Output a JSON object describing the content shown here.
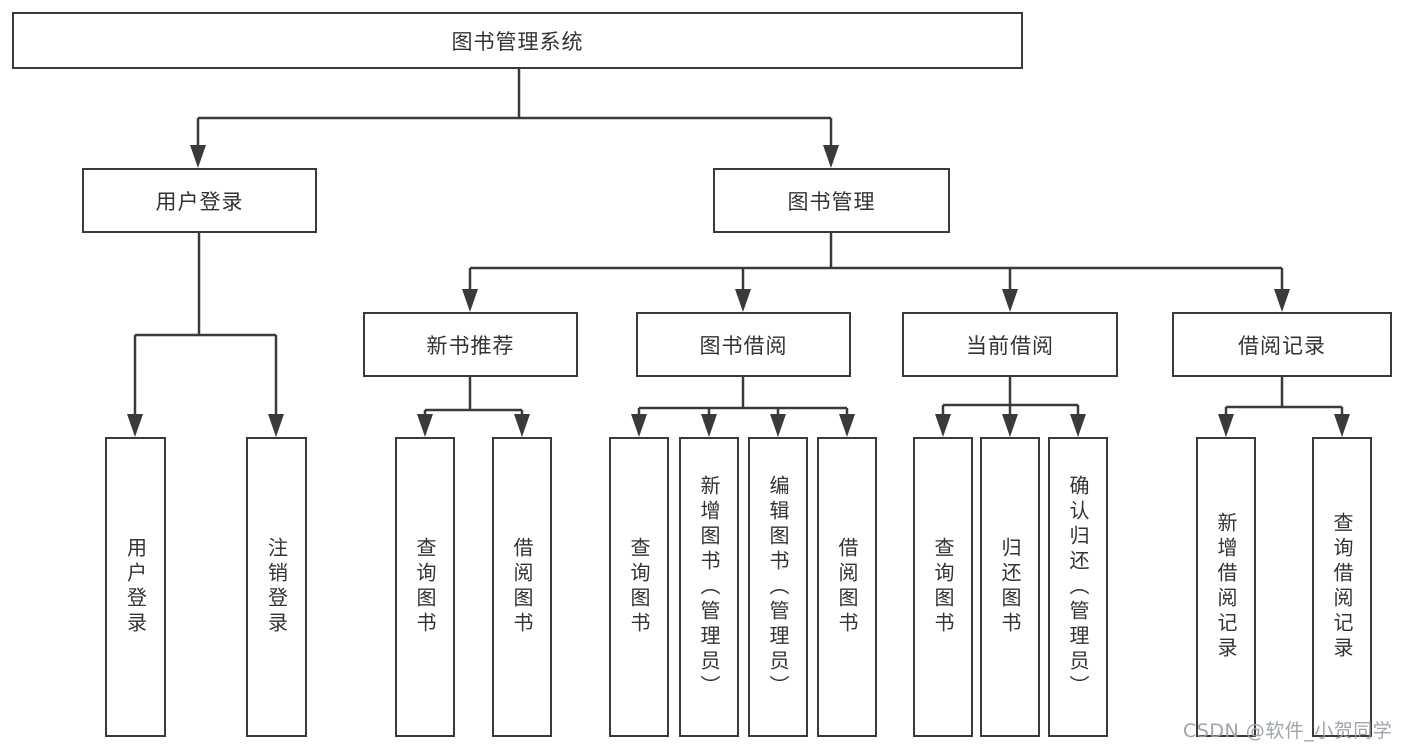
{
  "diagram": {
    "title": "图书管理系统",
    "tree": {
      "label": "图书管理系统",
      "children": [
        {
          "label": "用户登录",
          "children": [
            {
              "label": "用户登录"
            },
            {
              "label": "注销登录"
            }
          ]
        },
        {
          "label": "图书管理",
          "children": [
            {
              "label": "新书推荐",
              "children": [
                {
                  "label": "查询图书"
                },
                {
                  "label": "借阅图书"
                }
              ]
            },
            {
              "label": "图书借阅",
              "children": [
                {
                  "label": "查询图书"
                },
                {
                  "label": "新增图书（管理员）"
                },
                {
                  "label": "编辑图书（管理员）"
                },
                {
                  "label": "借阅图书"
                }
              ]
            },
            {
              "label": "当前借阅",
              "children": [
                {
                  "label": "查询图书"
                },
                {
                  "label": "归还图书"
                },
                {
                  "label": "确认归还（管理员）"
                }
              ]
            },
            {
              "label": "借阅记录",
              "children": [
                {
                  "label": "新增借阅记录"
                },
                {
                  "label": "查询借阅记录"
                }
              ]
            }
          ]
        }
      ]
    }
  },
  "watermark": {
    "text": "CSDN @软件_小贺同学",
    "color": "#9aa0a6"
  },
  "colors": {
    "background": "#ffffff",
    "line": "#3a3a3a",
    "box_border": "#3a3a3a",
    "text": "#333333"
  }
}
